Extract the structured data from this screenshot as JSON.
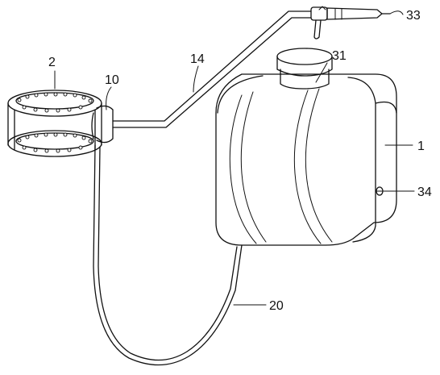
{
  "labels": {
    "ring": "2",
    "connector": "10",
    "pipe": "14",
    "cap": "31",
    "nozzle": "33",
    "tank": "1",
    "valve": "34",
    "hose": "20"
  }
}
